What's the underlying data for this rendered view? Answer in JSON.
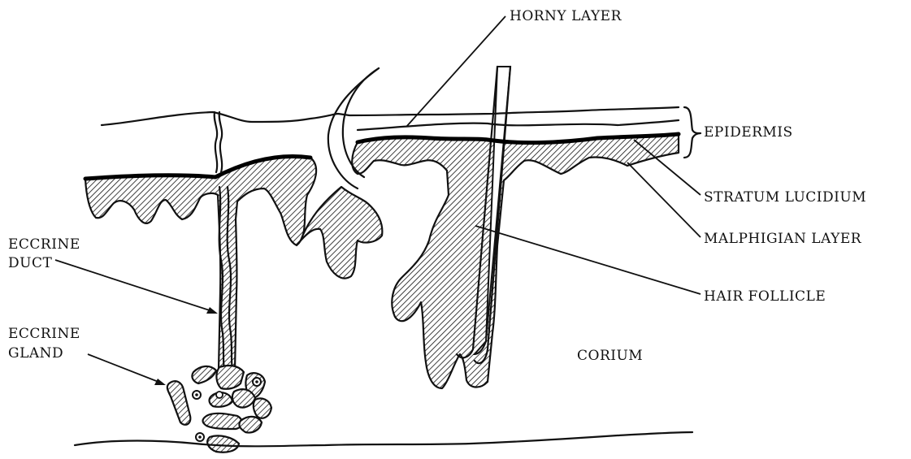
{
  "labels": {
    "horny_layer": "HORNY LAYER",
    "epidermis": "EPIDERMIS",
    "stratum_lucidium": "STRATUM LUCIDIUM",
    "malphigian_layer": "MALPHIGIAN LAYER",
    "hair_follicle": "HAIR FOLLICLE",
    "corium": "CORIUM",
    "eccrine_duct_line1": "ECCRINE",
    "eccrine_duct_line2": "DUCT",
    "eccrine_gland_line1": "ECCRINE",
    "eccrine_gland_line2": "GLAND"
  },
  "colors": {
    "ink": "#111111",
    "background": "#ffffff"
  }
}
